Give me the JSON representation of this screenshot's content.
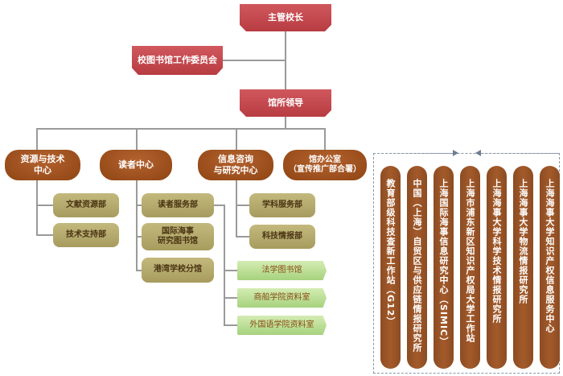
{
  "top": {
    "label": "主管校长"
  },
  "committee": {
    "label": "校图书馆工作委员会"
  },
  "leadership": {
    "label": "馆所领导"
  },
  "departments": [
    {
      "label": "资源与技术\n中心"
    },
    {
      "label": "读者中心"
    },
    {
      "label": "信息咨询\n与研究中心"
    },
    {
      "label": "馆办公室\n（宣传推广部合署）"
    }
  ],
  "resource_units": [
    "文献资源部",
    "技术支持部"
  ],
  "reader_units": [
    "读者服务部",
    "国际海事\n研究图书馆",
    "港湾学校分馆"
  ],
  "info_units": [
    "学科服务部",
    "科技情报部"
  ],
  "branch_libraries": [
    "法学图书馆",
    "商船学院资料室",
    "外国语学院资料室"
  ],
  "research_stations": [
    "教育部级科技查新工作站（G12）",
    "中国（上海）自贸区与供应链情报研究所",
    "上海国际海事信息研究中心（SIMIC）",
    "上海市浦东新区知识产权局大学工作站",
    "上海海事大学科学技术情报研究所",
    "上海海事大学物流情报研究所",
    "上海海事大学知识产权信息服务中心"
  ],
  "colors": {
    "red": "#c24a4f",
    "brown": "#9c4f1f",
    "khaki": "#b5aa6c",
    "green": "#b9df92",
    "connector": "#9a9a9a",
    "dashed": "#8a96a8"
  }
}
